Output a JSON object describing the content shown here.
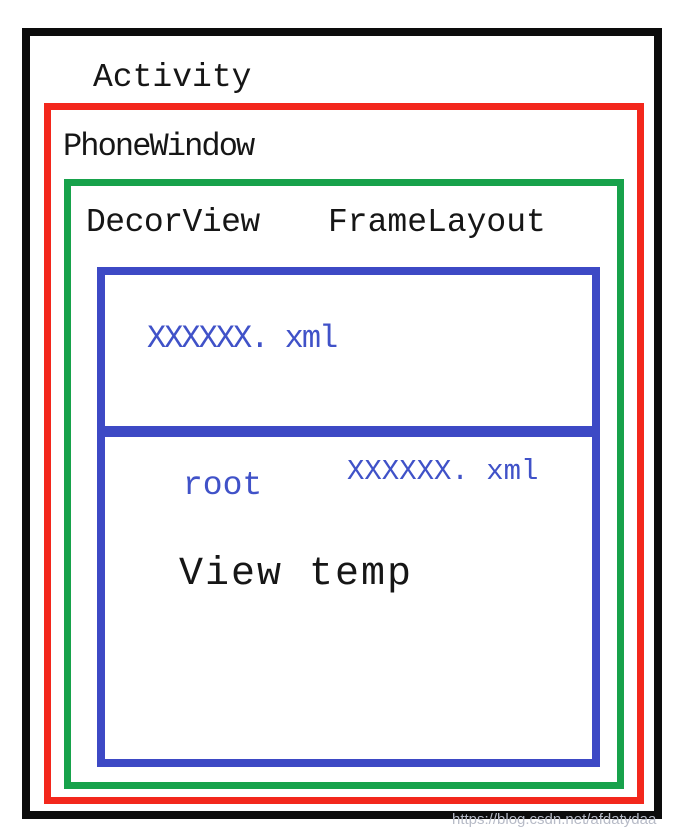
{
  "diagram": {
    "activity_label": "Activity",
    "phone_window_label": "PhoneWindow",
    "decor_view_label": "DecorView",
    "frame_layout_label": "FrameLayout",
    "title_area_xml_label": "XXXXXX. xml",
    "content_area_root_label": "root",
    "content_area_xml_label": "XXXXXX. xml",
    "content_area_view_label": "View temp"
  },
  "watermark": {
    "text": "https://blog.csdn.net/afdatydaa"
  },
  "colors": {
    "activity_border": "#0c0c0c",
    "phone_window_border": "#f3271c",
    "decor_view_border": "#17a24b",
    "inner_box_border": "#3d49c5",
    "xml_text": "#4052c8",
    "label_text": "#161616",
    "watermark_text": "#b7bbc7"
  }
}
